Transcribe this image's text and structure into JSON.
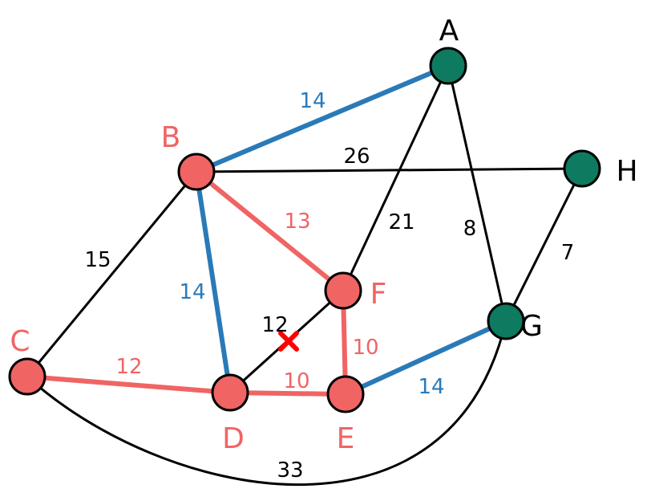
{
  "colors": {
    "red": "#f06464",
    "teal": "#0e7a5f",
    "blue": "#2a7ab8",
    "black": "#000000",
    "cross": "#ff0000"
  },
  "nodes": [
    {
      "id": "A",
      "label": "A",
      "group": "teal"
    },
    {
      "id": "B",
      "label": "B",
      "group": "red"
    },
    {
      "id": "C",
      "label": "C",
      "group": "red"
    },
    {
      "id": "D",
      "label": "D",
      "group": "red"
    },
    {
      "id": "E",
      "label": "E",
      "group": "red"
    },
    {
      "id": "F",
      "label": "F",
      "group": "red"
    },
    {
      "id": "G",
      "label": "G",
      "group": "teal"
    },
    {
      "id": "H",
      "label": "H",
      "group": "teal"
    }
  ],
  "edges": [
    {
      "from": "A",
      "to": "B",
      "weight": "14",
      "color": "blue"
    },
    {
      "from": "B",
      "to": "H",
      "weight": "26",
      "color": "black"
    },
    {
      "from": "A",
      "to": "F",
      "weight": "21",
      "color": "black"
    },
    {
      "from": "A",
      "to": "G",
      "weight": "8",
      "color": "black"
    },
    {
      "from": "H",
      "to": "G",
      "weight": "7",
      "color": "black"
    },
    {
      "from": "B",
      "to": "F",
      "weight": "13",
      "color": "red"
    },
    {
      "from": "B",
      "to": "D",
      "weight": "14",
      "color": "blue"
    },
    {
      "from": "B",
      "to": "C",
      "weight": "15",
      "color": "black"
    },
    {
      "from": "F",
      "to": "D",
      "weight": "12",
      "color": "black",
      "removed": true
    },
    {
      "from": "F",
      "to": "E",
      "weight": "10",
      "color": "red"
    },
    {
      "from": "C",
      "to": "D",
      "weight": "12",
      "color": "red"
    },
    {
      "from": "D",
      "to": "E",
      "weight": "10",
      "color": "red"
    },
    {
      "from": "E",
      "to": "G",
      "weight": "14",
      "color": "blue"
    },
    {
      "from": "C",
      "to": "G",
      "weight": "33",
      "color": "black",
      "curved": true
    }
  ]
}
